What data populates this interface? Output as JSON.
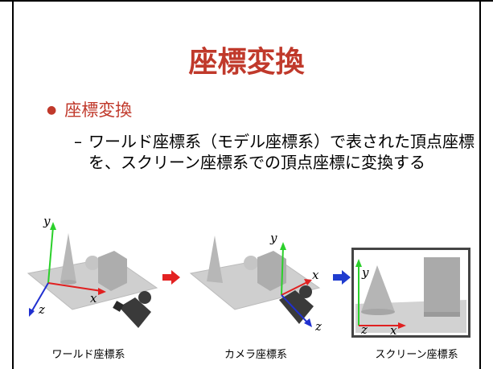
{
  "slide": {
    "title": "座標変換",
    "bullet": "座標変換",
    "subpoint": "ワールド座標系（モデル座標系）で表された頂点座標を、スクリーン座標系での頂点座標に変換する"
  },
  "panels": [
    {
      "caption": "ワールド座標系",
      "axes": {
        "x": "x",
        "y": "y",
        "z": "z"
      }
    },
    {
      "caption": "カメラ座標系",
      "axes": {
        "x": "x",
        "y": "y",
        "z": "z"
      }
    },
    {
      "caption": "スクリーン座標系",
      "axes": {
        "x": "x",
        "y": "y",
        "z": "z"
      }
    }
  ],
  "colors": {
    "title": "#c0392b",
    "arrow_red": "#e32222",
    "arrow_blue": "#1f3ccf",
    "axis_x": "#e02020",
    "axis_y": "#2bd02b",
    "axis_z": "#2030d0"
  }
}
